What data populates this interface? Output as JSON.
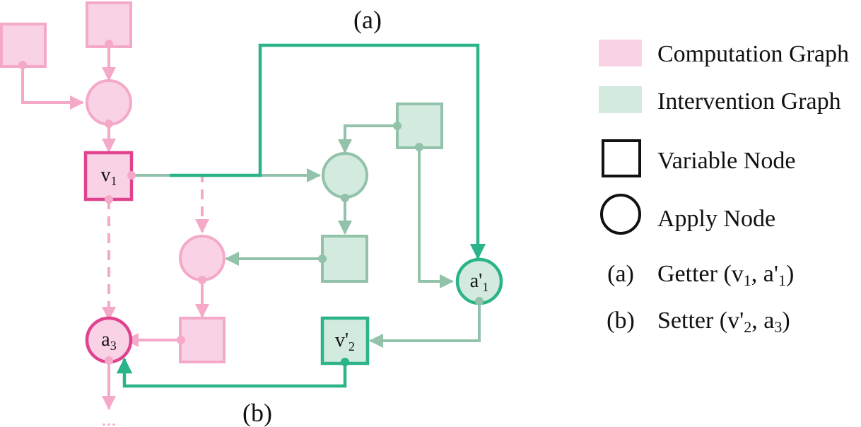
{
  "colors": {
    "computation_fill": "#f9d3e5",
    "computation_stroke": "#f5a9c8",
    "computation_active_stroke": "#e0428f",
    "intervention_fill": "#d3eadf",
    "intervention_stroke": "#92c2a9",
    "intervention_active_stroke": "#2bb389"
  },
  "labels": {
    "a": "(a)",
    "b": "(b)",
    "ellipsis": "..."
  },
  "nodes": {
    "v1": {
      "main": "v",
      "sub": "1"
    },
    "a3": {
      "main": "a",
      "sub": "3"
    },
    "a1p": {
      "main": "a'",
      "sub": "1"
    },
    "v2p": {
      "main": "v'",
      "sub": "2"
    }
  },
  "legend": {
    "computation": "Computation Graph",
    "intervention": "Intervention Graph",
    "variable": "Variable Node",
    "apply": "Apply Node",
    "getter": {
      "tag": "(a)",
      "pre": "Getter (v",
      "s1": "1",
      "mid": ", a'",
      "s2": "1",
      "post": ")"
    },
    "setter": {
      "tag": "(b)",
      "pre": "Setter (v'",
      "s1": "2",
      "mid": ", a",
      "s2": "3",
      "post": ")"
    }
  }
}
